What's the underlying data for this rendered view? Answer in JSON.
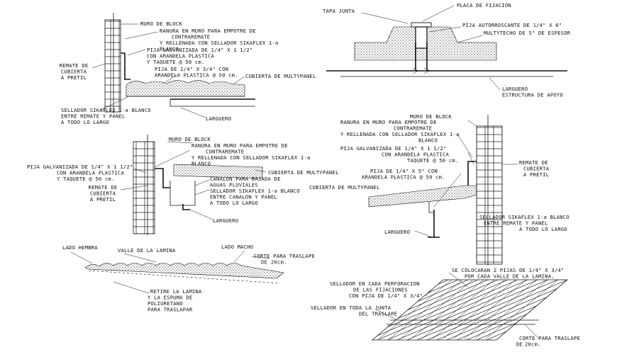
{
  "detail_1": {
    "muro": "MURO DE BLOCK",
    "ranura": [
      "RANURA EN MURO PARA EMPOTRE DE",
      "CONTRAREMATE",
      "Y RELLENADA CON SELLADOR SIKAFLEX 1-a",
      "BLANCO"
    ],
    "pija_galv": [
      "PIJA GALVANIZADA DE 1/4\" X 1  1/2\"",
      "CON ARANDELA PLASTICA",
      "Y TAQUETE @ 50 cm."
    ],
    "remate": [
      "REMATE DE",
      "CUBIERTA",
      "A PRETIL"
    ],
    "pija_34": [
      "PIJA DE 1/4\" X 3/4\" CON",
      "ARANDELA PLASTICA @ 50 cm."
    ],
    "cubierta": "CUBIERTA DE MULTYPANEL",
    "sellador": [
      "SELLADOR SIKAFLEX 1-a BLANCO",
      "ENTRE REMATE Y PANEL",
      "A TODO LO LARGO"
    ],
    "larguero": "LARGUERO"
  },
  "detail_2": {
    "tapa": "TAPA JUNTA",
    "placa": "PLACA DE FIJACION",
    "pija_auto": "PIJA AUTORROSCANTE DE 1/4\" X 6\"",
    "multytecho": "MULTYTECHO DE 5\" DE ESPESOR",
    "larguero": [
      "LARGUERO",
      "ESTRUCTURA DE APOYO"
    ]
  },
  "detail_3": {
    "muro": "MURO DE BLOCK",
    "ranura": [
      "RANURA EN MURO PARA EMPOTRE DE",
      "CONTRAREMATE",
      "Y RELLENADA CON SELLADOR SIKAFLEX 1-a",
      "BLANCO"
    ],
    "pija_galv": [
      "PIJA GALVANIZADA DE 1/4\" X 1  1/2\"",
      "CON ARANDELA PLASTICA",
      "Y TAQUETE @ 50 cm."
    ],
    "cubierta": "CUBIERTA DE MULTYPANEL",
    "canalon": [
      "CANALON PARA BAJADA DE",
      "AGUAS PLUVIALES"
    ],
    "remate": [
      "REMATE DE",
      "CUBIERTA",
      "A PRETIL"
    ],
    "sellador": [
      "SELLADOR SIKAFLEX 1-a BLANCO",
      "ENTRE CANALON Y PANEL",
      "A TODO LO LARGO"
    ],
    "larguero": "LARGUERO"
  },
  "detail_4": {
    "muro": "MURO DE BLOCK",
    "ranura": [
      "RANURA EN MURO PARA EMPOTRE DE",
      "CONTRAREMATE",
      "Y RELLENADA CON SELLADOR SIKAFLEX 1-a",
      "BLANCO"
    ],
    "pija_galv": [
      "PIJA GALVANIZADA DE 1/4\" X 1  1/2\"",
      "CON ARANDELA PLASTICA",
      "TAQUETE @ 50 cm."
    ],
    "pija_5": [
      "PIJA DE 1/4\" X 5\" CON",
      "ARANDELA PLASTICA @ 50 cm."
    ],
    "cubierta": "CUBIERTA DE MULTYPANEL",
    "remate": [
      "REMATE DE",
      "CUBIERTA",
      "A PRETIL"
    ],
    "sellador": [
      "SELLADOR SIKAFLEX 1-a BLANCO",
      "ENTRE REMATE Y PANEL",
      "A TODO LO LARGO"
    ],
    "larguero": "LARGUERO"
  },
  "detail_5": {
    "hembra": "LADO HEMBRA",
    "valle": "VALLE DE LA LAMINA",
    "macho": "LADO MACHO",
    "corte": [
      "CORTE PARA TRASLAPE",
      "DE",
      "20cm."
    ],
    "retire": [
      "RETIRE LA LAMINA",
      "Y LA ESPUMA DE",
      "POLIURETANO",
      "PARA TRASLAPAR"
    ]
  },
  "detail_6": {
    "sellador_perf": [
      "SELLADOR EN CADA PERFORACION",
      "DE LAS FIJACIONES",
      "CON PIJA DE 1/4\" X 3/4\""
    ],
    "colocaran": [
      "SE COLOCARAN 2 PIJAS DE 1/4\" X 3/4\"",
      "POR CADA VALLE DE LA LAMINA."
    ],
    "sellador_junta": [
      "SELLADOR EN TODA LA JUNTA",
      "DEL TRASLAPE"
    ],
    "corte": [
      "CORTE PARA TRASLAPE",
      "DE",
      "20cm."
    ]
  }
}
